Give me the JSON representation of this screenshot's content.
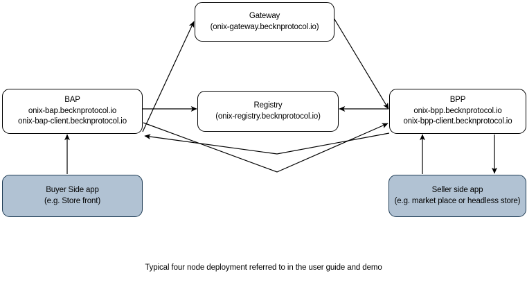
{
  "diagram": {
    "caption": "Typical four node deployment referred to in the user guide and demo",
    "colors": {
      "node_fill_app": "#b1c2d3",
      "node_fill_core": "#ffffff",
      "stroke": "#000000",
      "app_stroke": "#1f3c55"
    },
    "nodes": [
      {
        "id": "gateway",
        "title": "Gateway",
        "subtitle": "(onix-gateway.becknprotocol.io)"
      },
      {
        "id": "bap",
        "title": "BAP",
        "subtitle": "onix-bap.becknprotocol.io",
        "subtitle2": "onix-bap-client.becknprotocol.io"
      },
      {
        "id": "registry",
        "title": "Registry",
        "subtitle": "(onix-registry.becknprotocol.io)"
      },
      {
        "id": "bpp",
        "title": "BPP",
        "subtitle": "onix-bpp.becknprotocol.io",
        "subtitle2": "onix-bpp-client.becknprotocol.io"
      },
      {
        "id": "buyer",
        "title": "Buyer Side app",
        "subtitle": "(e.g. Store front)"
      },
      {
        "id": "seller",
        "title": "Seller side app",
        "subtitle": "(e.g. market place or headless store)"
      }
    ],
    "edges": [
      {
        "id": "bap-to-gateway",
        "from": "bap",
        "to": "gateway",
        "label": ""
      },
      {
        "id": "gateway-to-bpp",
        "from": "gateway",
        "to": "bpp",
        "label": ""
      },
      {
        "id": "bap-to-registry",
        "from": "bap",
        "to": "registry",
        "label": ""
      },
      {
        "id": "bpp-to-registry",
        "from": "bpp",
        "to": "registry",
        "label": ""
      },
      {
        "id": "bap-to-bpp",
        "from": "bap",
        "to": "bpp",
        "label": ""
      },
      {
        "id": "bpp-to-bap",
        "from": "bpp",
        "to": "bap",
        "label": ""
      },
      {
        "id": "buyer-to-bap",
        "from": "buyer",
        "to": "bap",
        "label": ""
      },
      {
        "id": "seller-to-bpp",
        "from": "seller",
        "to": "bpp",
        "label": ""
      },
      {
        "id": "bpp-to-seller",
        "from": "bpp",
        "to": "seller",
        "label": ""
      }
    ]
  }
}
